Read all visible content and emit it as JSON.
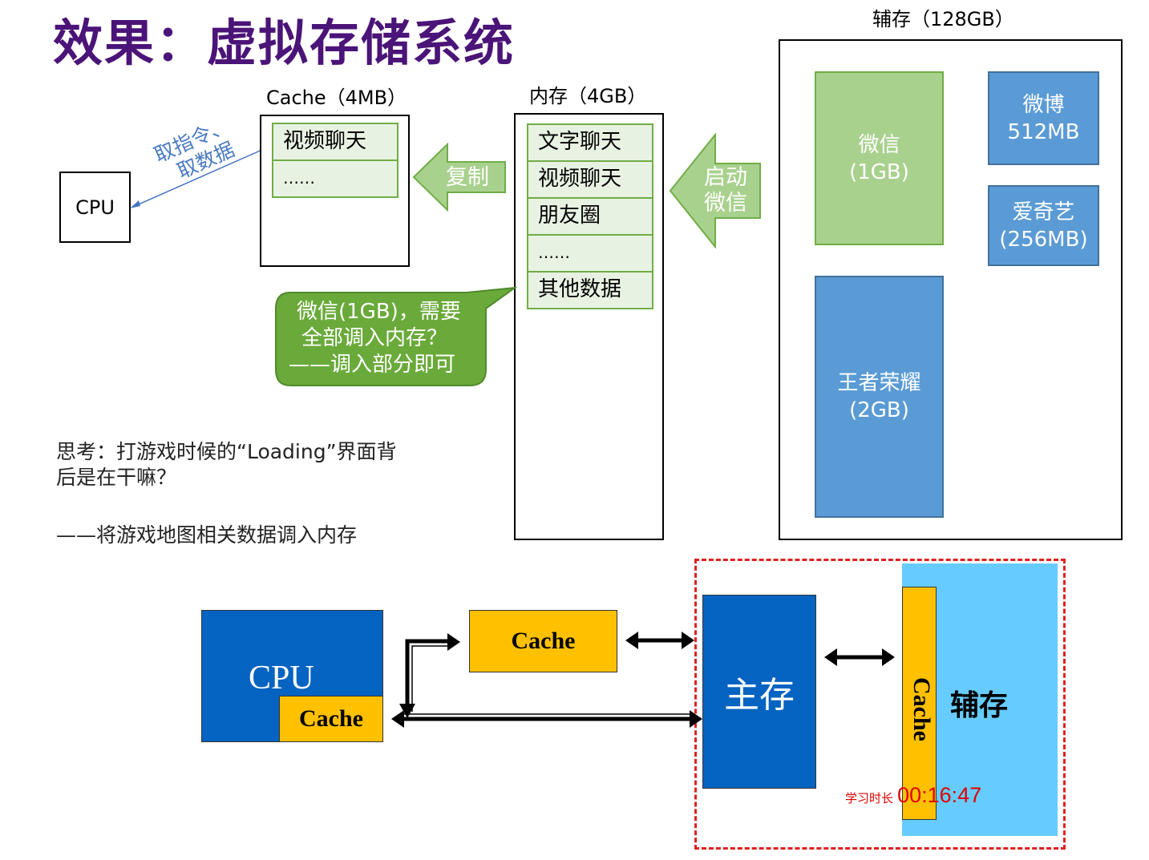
{
  "title": "效果：虚拟存储系统",
  "top_diagram": {
    "cpu_label": "CPU",
    "fetch_label_1": "取指令、",
    "fetch_label_2": "取数据",
    "cache_title": "Cache（4MB）",
    "cache_items": [
      "视频聊天",
      "……"
    ],
    "copy_arrow": "复制",
    "memory_title": "内存（4GB）",
    "memory_items": [
      "文字聊天",
      "视频聊天",
      "朋友圈",
      "……",
      "其他数据"
    ],
    "launch_arrow_1": "启动",
    "launch_arrow_2": "微信",
    "disk_title": "辅存（128GB）",
    "disk_blocks": {
      "wechat_1": "微信",
      "wechat_2": "(1GB)",
      "weibo_1": "微博",
      "weibo_2": "512MB",
      "iqiyi_1": "爱奇艺",
      "iqiyi_2": "(256MB)",
      "honor_1": "王者荣耀",
      "honor_2": "(2GB)"
    },
    "callout_lines": [
      "微信(1GB)，需要",
      "全部调入内存？",
      "——调入部分即可"
    ]
  },
  "thinking": {
    "question_1": "思考：打游戏时候的“Loading”界面背",
    "question_2": "后是在干嘛？",
    "answer": "——将游戏地图相关数据调入内存"
  },
  "bottom_diagram": {
    "cpu_label": "CPU",
    "cpu_cache_label": "Cache",
    "cache_label": "Cache",
    "main_memory_label": "主存",
    "disk_label": "辅存",
    "disk_cache_label": "Cache"
  },
  "timer": {
    "label": "学习时长",
    "value": "00:16:47"
  },
  "colors": {
    "title": "#4b1478",
    "green_cell_fill": "#e8f2e2",
    "green_border": "#70ad47",
    "green_block": "#a9d18e",
    "blue_block": "#5b9bd5",
    "callout_fill": "#6aaa3a",
    "cpu_blue": "#0563c1",
    "cache_yellow": "#ffc000",
    "disk_light_blue": "#66ccff",
    "dashed_red": "#e02020"
  }
}
